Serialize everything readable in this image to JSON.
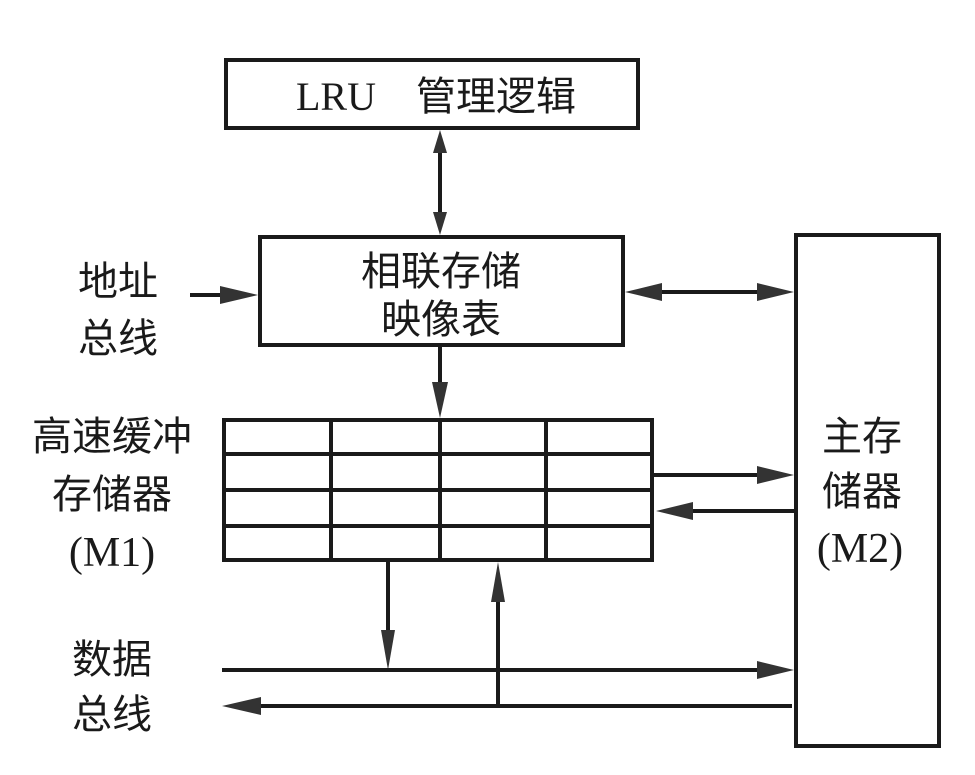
{
  "diagram": {
    "type": "block-diagram",
    "blocks": {
      "lru": {
        "label_latin": "LRU",
        "label_cjk": "管理逻辑"
      },
      "mapping": {
        "line1": "相联存储",
        "line2": "映像表"
      },
      "cache": {
        "line1": "高速缓冲",
        "line2": "存储器",
        "line3": "(M1)",
        "rows": 4,
        "cols": 4
      },
      "main_memory": {
        "line1": "主存",
        "line2": "储器",
        "line3": "(M2)"
      }
    },
    "labels": {
      "address_bus": {
        "line1": "地址",
        "line2": "总线"
      },
      "data_bus": {
        "line1": "数据",
        "line2": "总线"
      }
    },
    "connections": [
      {
        "from": "lru",
        "to": "mapping",
        "direction": "bidirectional"
      },
      {
        "from": "address_bus",
        "to": "mapping",
        "direction": "forward"
      },
      {
        "from": "mapping",
        "to": "main_memory",
        "direction": "bidirectional"
      },
      {
        "from": "mapping",
        "to": "cache",
        "direction": "forward"
      },
      {
        "from": "cache",
        "to": "main_memory",
        "direction": "forward"
      },
      {
        "from": "main_memory",
        "to": "cache",
        "direction": "forward"
      },
      {
        "from": "cache",
        "to": "data_bus",
        "direction": "forward"
      },
      {
        "from": "data_bus",
        "to": "cache",
        "direction": "forward"
      },
      {
        "from": "data_bus",
        "to": "main_memory",
        "direction": "forward"
      },
      {
        "from": "main_memory",
        "to": "data_bus",
        "direction": "forward"
      }
    ]
  }
}
